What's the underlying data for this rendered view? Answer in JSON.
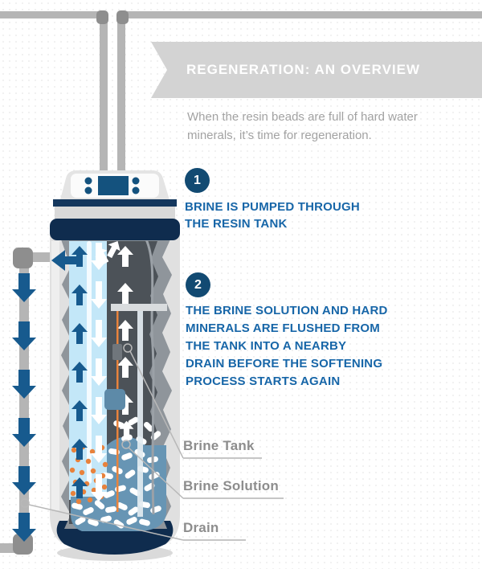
{
  "banner": {
    "title": "REGENERATION: AN OVERVIEW"
  },
  "intro": {
    "lines": [
      "When the resin beads are full of hard water",
      "minerals, it’s time for regeneration."
    ]
  },
  "steps": [
    {
      "number": "1",
      "lines": [
        "BRINE IS PUMPED THROUGH",
        "THE RESIN TANK"
      ]
    },
    {
      "number": "2",
      "lines": [
        "THE BRINE SOLUTION AND HARD",
        "MINERALS ARE FLUSHED FROM",
        "THE TANK INTO A NEARBY",
        "DRAIN BEFORE THE SOFTENING",
        "PROCESS STARTS AGAIN"
      ]
    }
  ],
  "labels": [
    {
      "text": "Brine Tank"
    },
    {
      "text": "Brine Solution"
    },
    {
      "text": "Drain"
    }
  ],
  "icons": [
    "up-arrow-icon",
    "down-arrow-icon",
    "left-arrow-icon",
    "leader-circle-marker",
    "control-display-screen"
  ],
  "colors": {
    "accent_blue_text": "#1766a8",
    "badge_navy": "#124a72",
    "navy_dark": "#0f2c4e",
    "arrow_blue": "#175a8e",
    "pale_blue": "#c3e7f8",
    "steel_blue": "#6795b4",
    "mineral_orange": "#e8823c",
    "banner_gray": "#d3d3d3",
    "pipe_gray": "#b5b5b5",
    "elbow_gray": "#8e8e8e",
    "label_gray": "#8d8d8d"
  }
}
